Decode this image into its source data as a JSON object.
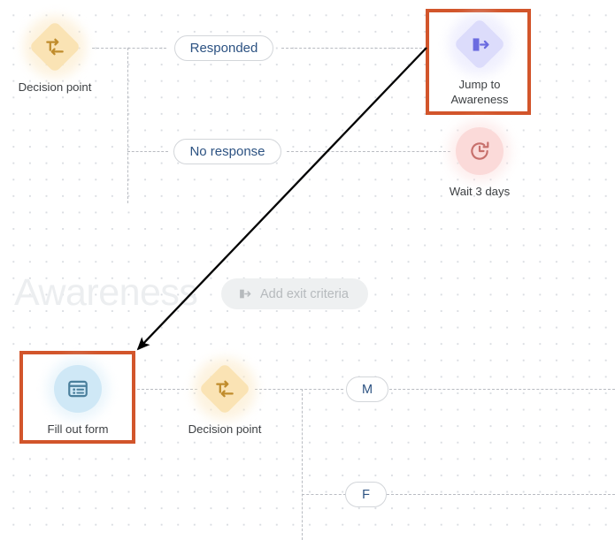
{
  "canvas": {
    "stage_label": "Awareness",
    "exit_criteria_label": "Add exit criteria",
    "exit_criteria_icon": "exit-arrow-icon",
    "selection_color": "#d2552b",
    "grid_dot_color": "#dadde2",
    "connector_color": "#b9bcc2",
    "jump_arrow_color": "#000000"
  },
  "nodes": [
    {
      "id": "decision-point-top",
      "caption": "Decision point",
      "icon": "branch-split-icon",
      "shape": "diamond",
      "color": "#fae3b4",
      "icon_color": "#c08c2c",
      "selected": false
    },
    {
      "id": "jump-to-awareness",
      "caption": "Jump to\nAwareness",
      "icon": "jump-exit-icon",
      "shape": "diamond",
      "color": "#dcdcfb",
      "icon_color": "#6b6be0",
      "selected": true
    },
    {
      "id": "wait-3-days",
      "caption": "Wait 3 days",
      "icon": "clock-refresh-icon",
      "shape": "circle",
      "color": "#fbdad9",
      "icon_color": "#c7706c",
      "selected": false
    },
    {
      "id": "fill-out-form",
      "caption": "Fill out form",
      "icon": "form-list-icon",
      "shape": "circle",
      "color": "#cfe8f6",
      "icon_color": "#4a7f9c",
      "selected": true
    },
    {
      "id": "decision-point-bottom",
      "caption": "Decision point",
      "icon": "branch-split-icon",
      "shape": "diamond",
      "color": "#fae3b4",
      "icon_color": "#c08c2c",
      "selected": false
    }
  ],
  "branch_pills": [
    {
      "id": "responded",
      "label": "Responded"
    },
    {
      "id": "no-response",
      "label": "No response"
    },
    {
      "id": "branch-m",
      "label": "M"
    },
    {
      "id": "branch-f",
      "label": "F"
    }
  ]
}
